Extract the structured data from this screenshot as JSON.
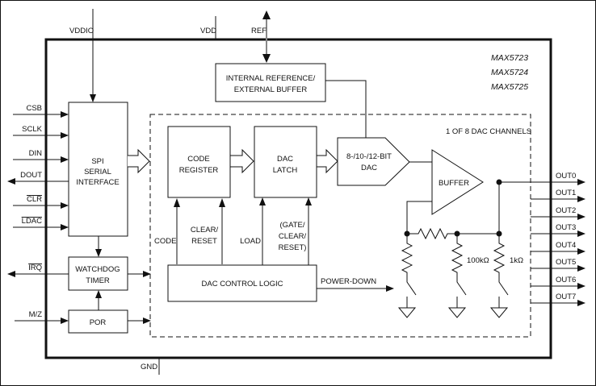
{
  "supplies": {
    "vddio": "VDDIO",
    "vdd": "VDD",
    "ref": "REF",
    "gnd": "GND"
  },
  "part_numbers": [
    "MAX5723",
    "MAX5724",
    "MAX5725"
  ],
  "inputs": [
    "CSB",
    "SCLK",
    "DIN",
    "DOUT",
    "CLR",
    "LDAC"
  ],
  "irq": "IRQ",
  "mz": "M/Z",
  "blocks": {
    "ref_line1": "INTERNAL REFERENCE/",
    "ref_line2": "EXTERNAL BUFFER",
    "spi_line1": "SPI",
    "spi_line2": "SERIAL",
    "spi_line3": "INTERFACE",
    "wd_line1": "WATCHDOG",
    "wd_line2": "TIMER",
    "por": "POR",
    "cr_line1": "CODE",
    "cr_line2": "REGISTER",
    "latch_line1": "DAC",
    "latch_line2": "LATCH",
    "dac_line1": "8-/10-/12-BIT",
    "dac_line2": "DAC",
    "buffer": "BUFFER",
    "control": "DAC CONTROL LOGIC"
  },
  "channel_label": "1 OF 8 DAC CHANNELS",
  "signals": {
    "code": "CODE",
    "clear1": "CLEAR/",
    "clear2": "RESET",
    "load": "LOAD",
    "gate1": "(GATE/",
    "gate2": "CLEAR/",
    "gate3": "RESET)",
    "power_down": "POWER-DOWN"
  },
  "resistors": {
    "r100k": "100kΩ",
    "r1k": "1kΩ"
  },
  "outputs": [
    "OUT0",
    "OUT1",
    "OUT2",
    "OUT3",
    "OUT4",
    "OUT5",
    "OUT6",
    "OUT7"
  ]
}
